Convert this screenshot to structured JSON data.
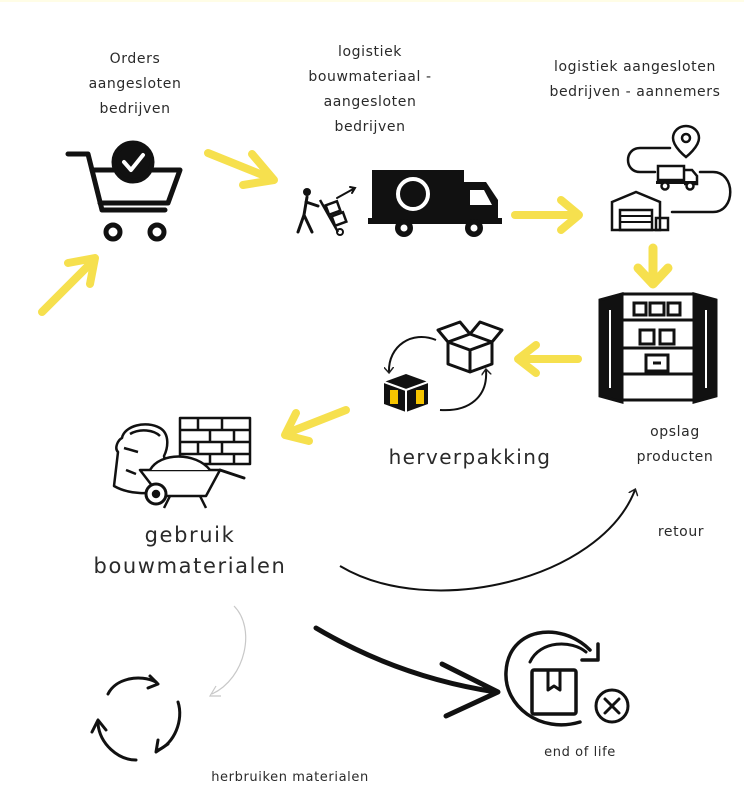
{
  "colors": {
    "arrow": "#f6e04e",
    "ink": "#111111",
    "text": "#2a2a2a",
    "thin_arrow": "#cccccc"
  },
  "nodes": {
    "orders": {
      "lines": [
        "Orders",
        "aangesloten",
        "bedrijven"
      ],
      "icon": "shopping-cart-check-icon"
    },
    "logistiek_bouw": {
      "lines": [
        "logistiek",
        "bouwmateriaal -",
        "aangesloten",
        "bedrijven"
      ],
      "icon": "delivery-truck-icon"
    },
    "logistiek_aannemers": {
      "lines": [
        "logistiek aangesloten",
        "bedrijven - aannemers"
      ],
      "icon": "route-warehouse-icon"
    },
    "opslag": {
      "lines": [
        "opslag",
        "producten"
      ],
      "icon": "warehouse-shelves-icon"
    },
    "herverpakking": {
      "label": "herverpakking",
      "icon": "repackaging-boxes-icon"
    },
    "gebruik": {
      "lines": [
        "gebruik",
        "bouwmaterialen"
      ],
      "icon": "building-materials-icon"
    },
    "retour": {
      "label": "retour"
    },
    "herbruiken": {
      "label": "herbruiken materialen",
      "icon": "recycle-circle-icon"
    },
    "end_of_life": {
      "label": "end of life",
      "icon": "box-disposal-icon"
    }
  }
}
